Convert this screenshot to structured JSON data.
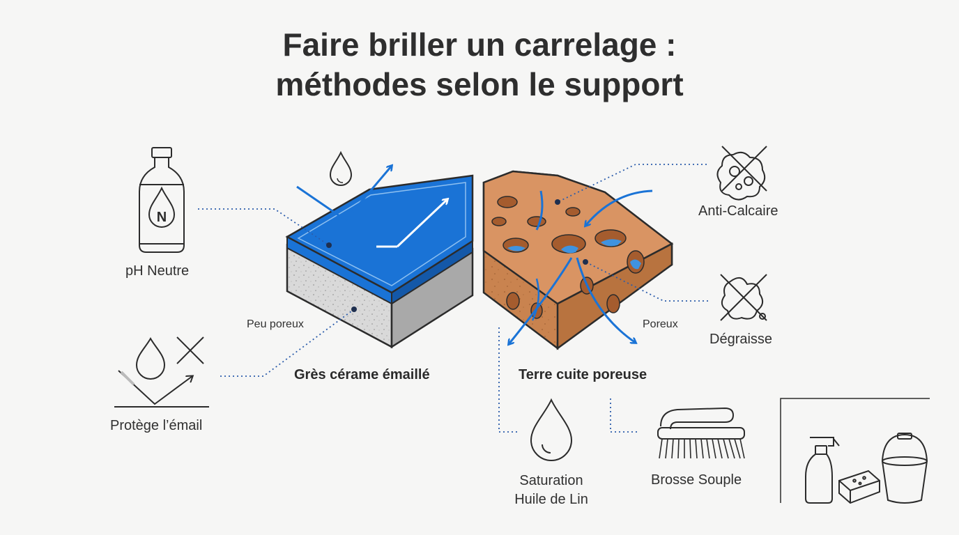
{
  "title": {
    "line1": "Faire briller un carrelage :",
    "line2": "méthodes selon le support"
  },
  "labels": {
    "ph_neutre": "pH Neutre",
    "protege_email": "Protège l’émail",
    "peu_poreux": "Peu poreux",
    "gres_cerame": "Grès cérame émaillé",
    "terre_cuite": "Terre cuite poreuse",
    "poreux": "Poreux",
    "anti_calcaire": "Anti-Calcaire",
    "degraisse": "Dégraisse",
    "saturation_line1": "Saturation",
    "saturation_line2": "Huile de Lin",
    "brosse_souple": "Brosse Souple"
  },
  "icons": {
    "bottle_letter": "N"
  },
  "colors": {
    "accent_blue": "#1a73d6",
    "dotted_line": "#2b5cab",
    "terracotta": "#d08a55",
    "outline": "#2b2b2b",
    "concrete": "#d7d7d7"
  }
}
